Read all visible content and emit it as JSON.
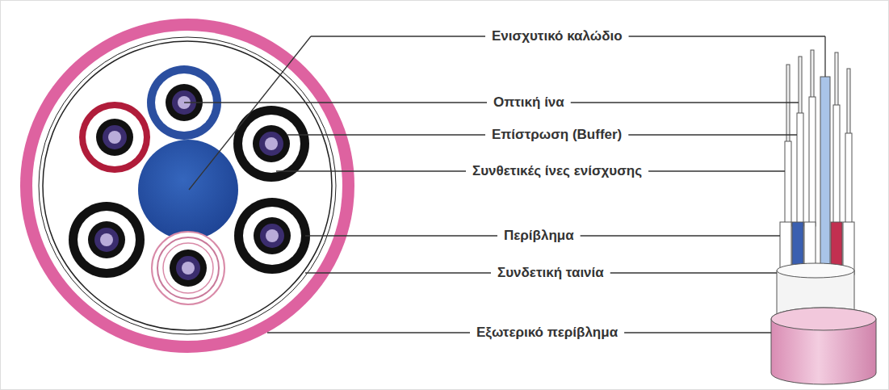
{
  "diagram": {
    "labels": [
      "Ενισχυτικό καλώδιο",
      "Οπτική ίνα",
      "Επίστρωση (Buffer)",
      "Συνθετικές ίνες ενίσχυσης",
      "Περίβλημα",
      "Συνδετική ταινία",
      "Εξωτερικό περίβλημα"
    ]
  }
}
